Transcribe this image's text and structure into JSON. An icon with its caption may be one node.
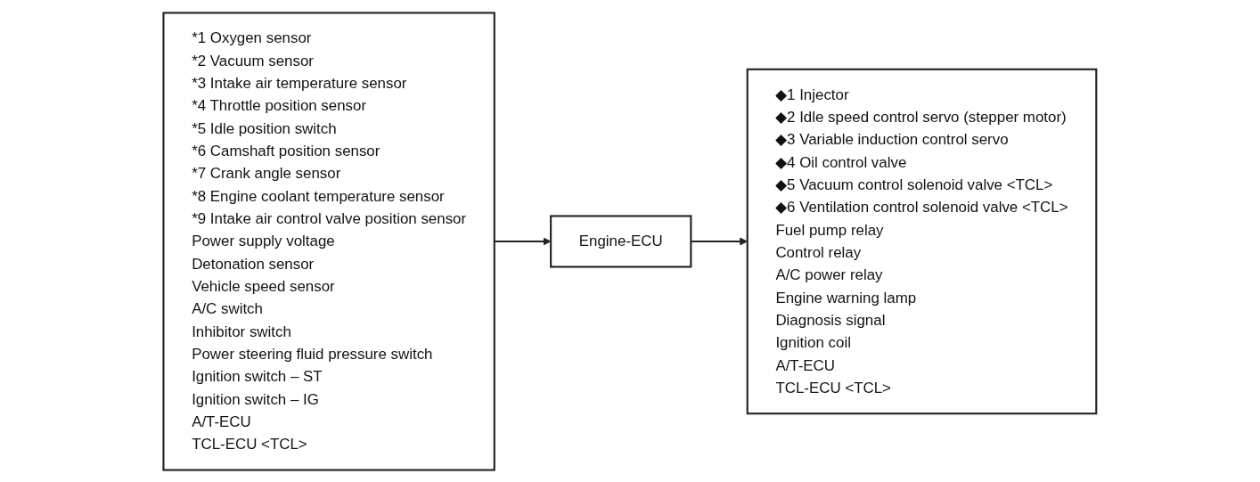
{
  "diagram": {
    "nodes": [
      {
        "text": [
          "*1 Oxygen sensor",
          "*2 Vacuum sensor",
          "*3 Intake air temperature sensor",
          "*4 Throttle position sensor",
          "*5 Idle position switch",
          "*6 Camshaft position sensor",
          "*7 Crank angle sensor",
          "*8 Engine coolant temperature sensor",
          "*9 Intake air control valve position sensor",
          "Power supply voltage",
          "Detonation sensor",
          "Vehicle speed sensor",
          "A/C switch",
          "Inhibitor switch",
          "Power steering fluid pressure switch",
          "Ignition switch – ST",
          "Ignition switch – IG",
          "A/T-ECU",
          "TCL-ECU <TCL>"
        ]
      },
      {
        "text": [
          "Engine-ECU"
        ]
      },
      {
        "text": [
          "◆1 Injector",
          "◆2 Idle speed control servo (stepper motor)",
          "◆3 Variable induction control servo",
          "◆4 Oil control valve",
          "◆5 Vacuum control solenoid valve <TCL>",
          "◆6 Ventilation control solenoid valve <TCL>",
          "Fuel pump relay",
          "Control relay",
          "A/C power relay",
          "Engine warning lamp",
          "Diagnosis signal",
          "Ignition coil",
          "A/T-ECU",
          "TCL-ECU <TCL>"
        ]
      }
    ],
    "edges": [
      {
        "from": 0,
        "to": 1,
        "arrow": "to"
      },
      {
        "from": 1,
        "to": 2,
        "arrow": "to"
      }
    ]
  }
}
